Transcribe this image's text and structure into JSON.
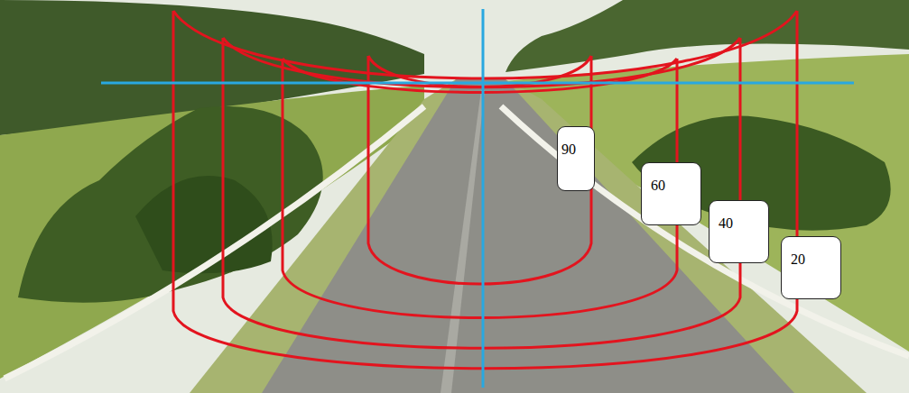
{
  "diagram": {
    "nodes": [
      {
        "text": [
          "90"
        ]
      },
      {
        "text": [
          "60"
        ]
      },
      {
        "text": [
          "40"
        ]
      },
      {
        "text": [
          "20"
        ]
      }
    ]
  }
}
